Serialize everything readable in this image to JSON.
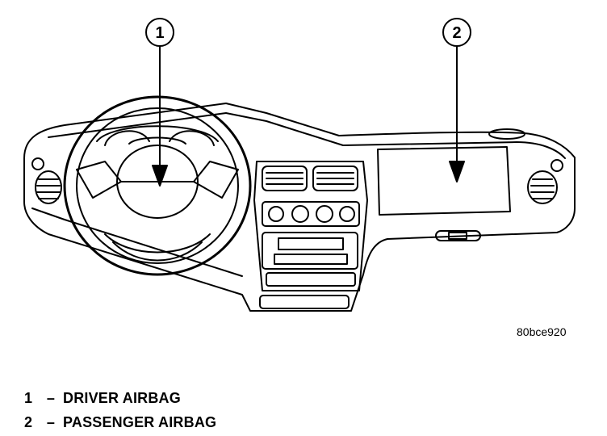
{
  "callouts": [
    {
      "number": "1",
      "label": "DRIVER AIRBAG"
    },
    {
      "number": "2",
      "label": "PASSENGER AIRBAG"
    }
  ],
  "legend_separator": "–",
  "figure_code": "80bce920",
  "colors": {
    "ink": "#000000",
    "background": "#ffffff"
  }
}
